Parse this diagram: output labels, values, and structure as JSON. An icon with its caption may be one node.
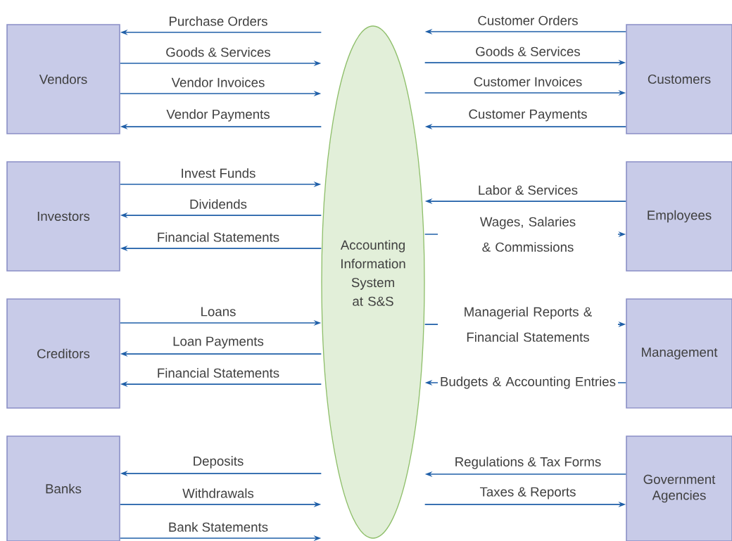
{
  "diagram": {
    "nodes": [
      {
        "text": [
          "Vendors"
        ]
      },
      {
        "text": [
          "Investors"
        ]
      },
      {
        "text": [
          "Creditors"
        ]
      },
      {
        "text": [
          "Banks"
        ]
      },
      {
        "text": [
          "Accounting Information System at S&S"
        ]
      },
      {
        "text": [
          "Customers"
        ]
      },
      {
        "text": [
          "Employees"
        ]
      },
      {
        "text": [
          "Management"
        ]
      },
      {
        "text": [
          "Government Agencies"
        ]
      }
    ],
    "edges": [
      {
        "from": 4,
        "to": 0,
        "arrow": "to",
        "label": "Purchase Orders"
      },
      {
        "from": 0,
        "to": 4,
        "arrow": "to",
        "label": "Goods & Services"
      },
      {
        "from": 0,
        "to": 4,
        "arrow": "to",
        "label": "Vendor Invoices"
      },
      {
        "from": 4,
        "to": 0,
        "arrow": "to",
        "label": "Vendor Payments"
      },
      {
        "from": 1,
        "to": 4,
        "arrow": "to",
        "label": "Invest Funds"
      },
      {
        "from": 4,
        "to": 1,
        "arrow": "to",
        "label": "Dividends"
      },
      {
        "from": 4,
        "to": 1,
        "arrow": "to",
        "label": "Financial Statements"
      },
      {
        "from": 2,
        "to": 4,
        "arrow": "to",
        "label": "Loans"
      },
      {
        "from": 4,
        "to": 2,
        "arrow": "to",
        "label": "Loan Payments"
      },
      {
        "from": 4,
        "to": 2,
        "arrow": "to",
        "label": "Financial Statements"
      },
      {
        "from": 4,
        "to": 3,
        "arrow": "to",
        "label": "Deposits"
      },
      {
        "from": 3,
        "to": 4,
        "arrow": "to",
        "label": "Withdrawals"
      },
      {
        "from": 3,
        "to": 4,
        "arrow": "to",
        "label": "Bank Statements"
      },
      {
        "from": 5,
        "to": 4,
        "arrow": "to",
        "label": "Customer Orders"
      },
      {
        "from": 4,
        "to": 5,
        "arrow": "to",
        "label": "Goods & Services"
      },
      {
        "from": 4,
        "to": 5,
        "arrow": "to",
        "label": "Customer Invoices"
      },
      {
        "from": 5,
        "to": 4,
        "arrow": "to",
        "label": "Customer Payments"
      },
      {
        "from": 6,
        "to": 4,
        "arrow": "to",
        "label": "Labor & Services"
      },
      {
        "from": 4,
        "to": 6,
        "arrow": "to",
        "label": "Wages, Salaries & Commissions"
      },
      {
        "from": 4,
        "to": 7,
        "arrow": "to",
        "label": "Managerial Reports & Financial Statements"
      },
      {
        "from": 7,
        "to": 4,
        "arrow": "to",
        "label": "Budgets & Accounting Entries"
      },
      {
        "from": 8,
        "to": 4,
        "arrow": "to",
        "label": "Regulations & Tax Forms"
      },
      {
        "from": 4,
        "to": 8,
        "arrow": "to",
        "label": "Taxes & Reports"
      }
    ]
  }
}
